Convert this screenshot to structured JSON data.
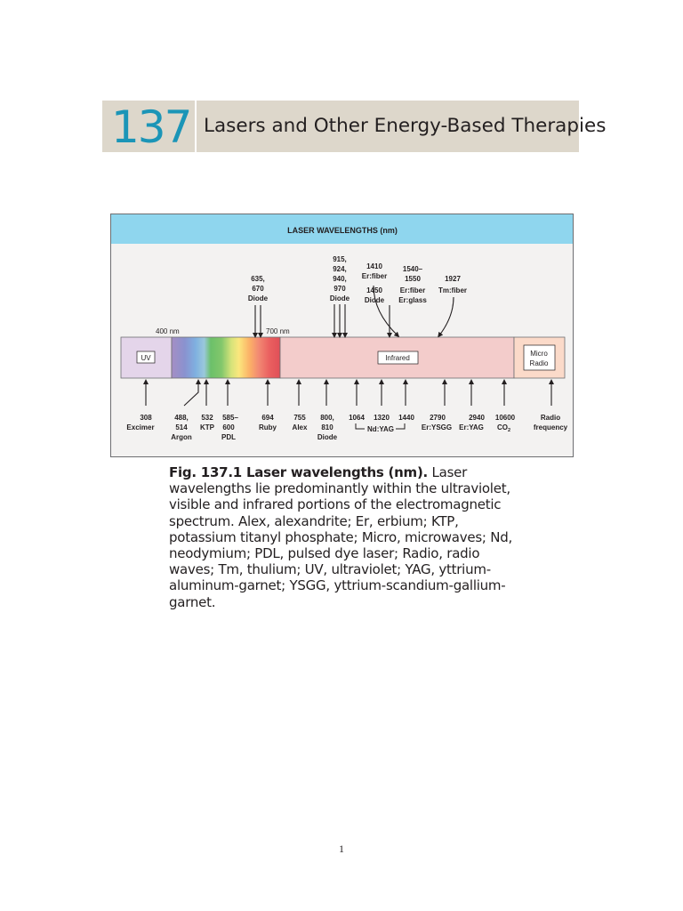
{
  "chapter": {
    "number": "137",
    "title": "Lasers and Other Energy-Based Therapies"
  },
  "figure": {
    "banner": "LASER WAVELENGTHS (nm)",
    "edge_400": "400 nm",
    "edge_700": "700 nm",
    "band_uv": "UV",
    "band_infrared": "Infrared",
    "band_micro_radio": [
      "Micro",
      "Radio"
    ],
    "top_labels": [
      {
        "lines": [
          "635,",
          "670",
          "Diode"
        ]
      },
      {
        "lines": [
          "915,",
          "924,",
          "940,",
          "970",
          "Diode"
        ]
      },
      {
        "lines": [
          "1410",
          "Er:fiber"
        ]
      },
      {
        "lines": [
          "1450",
          "Diode"
        ]
      },
      {
        "lines": [
          "1540–",
          "1550",
          "Er:fiber",
          "Er:glass"
        ]
      },
      {
        "lines": [
          "1927",
          "Tm:fiber"
        ]
      }
    ],
    "bottom_labels": [
      {
        "lines": [
          "308",
          "Excimer"
        ]
      },
      {
        "lines": [
          "488,",
          "514",
          "Argon"
        ]
      },
      {
        "lines": [
          "532",
          "KTP"
        ]
      },
      {
        "lines": [
          "585–",
          "600",
          "PDL"
        ]
      },
      {
        "lines": [
          "694",
          "Ruby"
        ]
      },
      {
        "lines": [
          "755",
          "Alex"
        ]
      },
      {
        "lines": [
          "800,",
          "810",
          "Diode"
        ]
      },
      {
        "lines": [
          "1064"
        ]
      },
      {
        "lines": [
          "1320"
        ]
      },
      {
        "lines": [
          "1440"
        ]
      },
      {
        "lines": [
          "2790",
          "Er:YSGG"
        ]
      },
      {
        "lines": [
          "2940",
          "Er:YAG"
        ]
      },
      {
        "lines": [
          "10600"
        ]
      },
      {
        "lines": [
          "Radio",
          "frequency"
        ]
      }
    ],
    "ndyag_label": "Nd:YAG",
    "co2_label": "CO",
    "co2_sub": "2"
  },
  "caption": {
    "lead": "Fig. 137.1 Laser wavelengths (nm).",
    "body": " Laser wavelengths lie predominantly within the ultraviolet, visible and infrared portions of the electromagnetic spectrum. Alex, alexandrite; Er, erbium; KTP, potassium titanyl phosphate; Micro, microwaves; Nd, neodymium; PDL, pulsed dye laser; Radio, radio waves; Tm, thulium; UV, ultraviolet; YAG, yttrium-aluminum-garnet; YSGG, yttrium-scandium-gallium-garnet."
  },
  "page_number": "1",
  "colors": {
    "chapter_number": "#1b95b7",
    "header_bg": "#ddd7cb",
    "banner_bg": "#8fd6ee",
    "uv_band": "#e4d5ea",
    "infrared_band": "#f3cccb",
    "micro_radio_band": "#fbdac9"
  }
}
